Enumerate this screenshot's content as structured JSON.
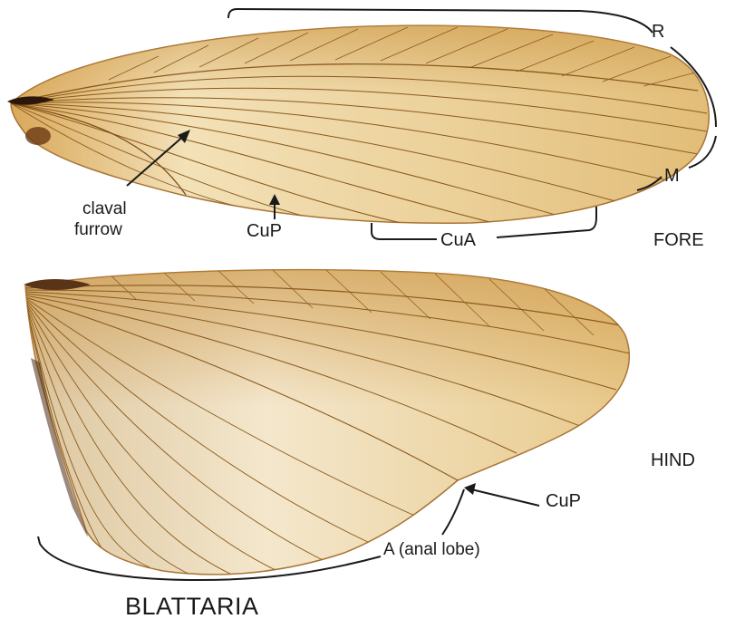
{
  "figure": {
    "order_label": "BLATTARIA",
    "fore_wing": {
      "panel_label": "FORE",
      "labels": {
        "radius": "R",
        "media": "M",
        "cubitus_anterior": "CuA",
        "cubitus_posterior": "CuP",
        "claval_furrow_line1": "claval",
        "claval_furrow_line2": "furrow"
      }
    },
    "hind_wing": {
      "panel_label": "HIND",
      "labels": {
        "cubitus_posterior": "CuP",
        "anal_lobe": "A (anal lobe)"
      }
    },
    "colors": {
      "wing_base": "#e8c98a",
      "wing_light": "#f6e8c6",
      "vein": "#8a5a1c",
      "vein_dark": "#3b2412",
      "annotation": "#1a1a1a"
    }
  }
}
